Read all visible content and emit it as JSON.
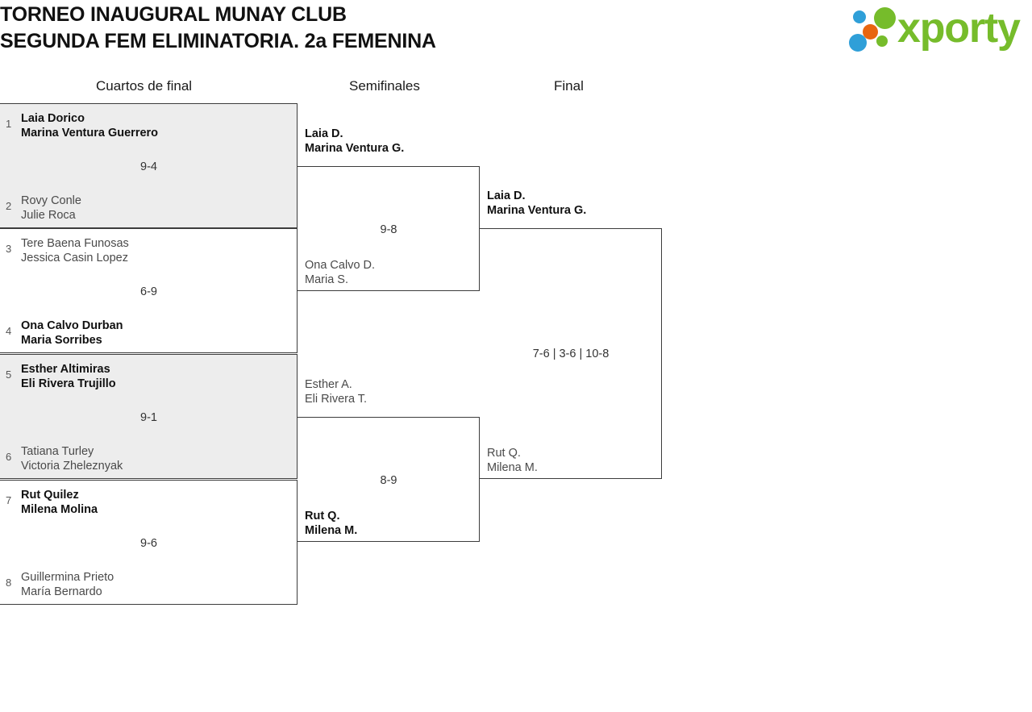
{
  "header": {
    "title_line1": "TORNEO INAUGURAL MUNAY CLUB",
    "title_line2": "SEGUNDA FEM ELIMINATORIA. 2a FEMENINA",
    "logo_text": "xporty",
    "logo_colors": {
      "green": "#76bc2b",
      "blue": "#2f9fd8",
      "orange": "#e8650f"
    }
  },
  "rounds": {
    "quarterfinals_label": "Cuartos de final",
    "semifinals_label": "Semifinales",
    "final_label": "Final"
  },
  "bracket": {
    "quarterfinals": [
      {
        "score": "9-4",
        "top": {
          "seed": "1",
          "player1": "Laia Dorico",
          "player2": "Marina Ventura Guerrero",
          "winner": true
        },
        "bottom": {
          "seed": "2",
          "player1": "Rovy Conle",
          "player2": "Julie Roca",
          "winner": false
        }
      },
      {
        "score": "6-9",
        "top": {
          "seed": "3",
          "player1": "Tere Baena Funosas",
          "player2": "Jessica Casin Lopez",
          "winner": false
        },
        "bottom": {
          "seed": "4",
          "player1": "Ona Calvo Durban",
          "player2": "Maria Sorribes",
          "winner": true
        }
      },
      {
        "score": "9-1",
        "top": {
          "seed": "5",
          "player1": "Esther Altimiras",
          "player2": "Eli Rivera Trujillo",
          "winner": true
        },
        "bottom": {
          "seed": "6",
          "player1": "Tatiana Turley",
          "player2": "Victoria Zheleznyak",
          "winner": false
        }
      },
      {
        "score": "9-6",
        "top": {
          "seed": "7",
          "player1": "Rut Quilez",
          "player2": "Milena Molina",
          "winner": true
        },
        "bottom": {
          "seed": "8",
          "player1": "Guillermina Prieto",
          "player2": "María Bernardo",
          "winner": false
        }
      }
    ],
    "semifinals": [
      {
        "score": "9-8",
        "top": {
          "player1": "Laia D.",
          "player2": "Marina Ventura G.",
          "winner": true
        },
        "bottom": {
          "player1": "Ona Calvo D.",
          "player2": "Maria S.",
          "winner": false
        }
      },
      {
        "score": "8-9",
        "top": {
          "player1": "Esther A.",
          "player2": "Eli Rivera T.",
          "winner": false
        },
        "bottom": {
          "player1": "Rut Q.",
          "player2": "Milena M.",
          "winner": true
        }
      }
    ],
    "final": {
      "score": "7-6 | 3-6 | 10-8",
      "top": {
        "player1": "Laia D.",
        "player2": "Marina Ventura G.",
        "winner": true
      },
      "bottom": {
        "player1": "Rut Q.",
        "player2": "Milena M.",
        "winner": false
      }
    }
  }
}
